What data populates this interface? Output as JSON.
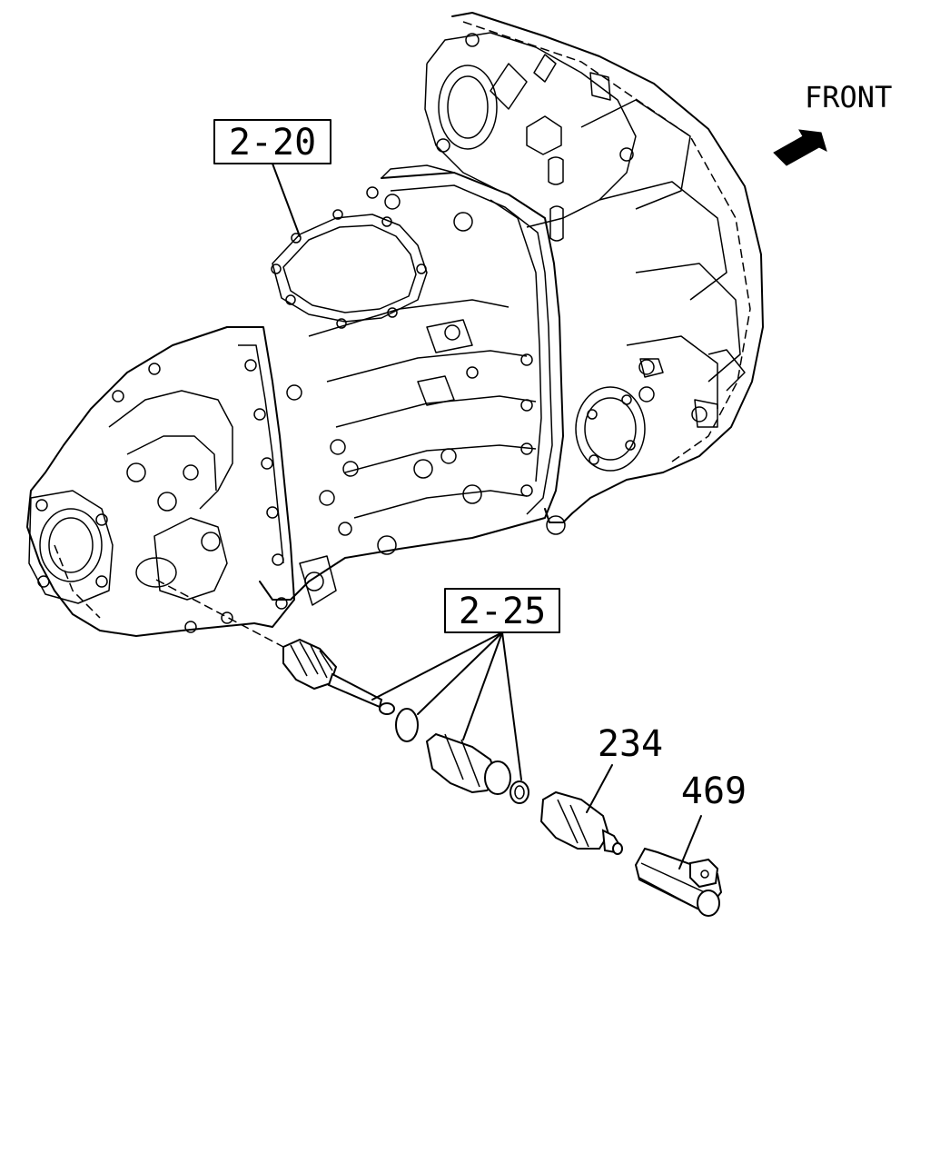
{
  "orientation": {
    "label": "FRONT",
    "icon": "arrow-icon"
  },
  "callouts": {
    "housing_ref": "2-20",
    "speedo_ref": "2-25",
    "sensor_part": "234",
    "clip_part": "469"
  }
}
